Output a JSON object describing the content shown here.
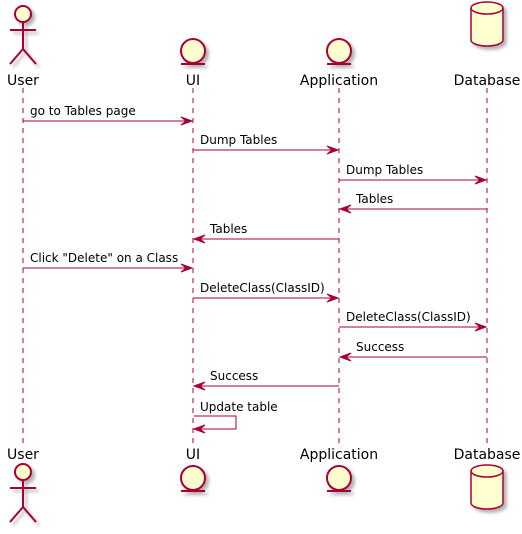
{
  "diagram": {
    "type": "sequence",
    "participants": [
      {
        "id": "user",
        "label": "User",
        "kind": "actor"
      },
      {
        "id": "ui",
        "label": "UI",
        "kind": "entity"
      },
      {
        "id": "app",
        "label": "Application",
        "kind": "entity"
      },
      {
        "id": "db",
        "label": "Database",
        "kind": "database"
      }
    ],
    "messages": [
      {
        "from": "user",
        "to": "ui",
        "label": "go to Tables page"
      },
      {
        "from": "ui",
        "to": "app",
        "label": "Dump Tables"
      },
      {
        "from": "app",
        "to": "db",
        "label": "Dump Tables"
      },
      {
        "from": "db",
        "to": "app",
        "label": "Tables"
      },
      {
        "from": "app",
        "to": "ui",
        "label": "Tables"
      },
      {
        "from": "user",
        "to": "ui",
        "label": "Click \"Delete\" on a Class"
      },
      {
        "from": "ui",
        "to": "app",
        "label": "DeleteClass(ClassID)"
      },
      {
        "from": "app",
        "to": "db",
        "label": "DeleteClass(ClassID)"
      },
      {
        "from": "db",
        "to": "app",
        "label": "Success"
      },
      {
        "from": "app",
        "to": "ui",
        "label": "Success"
      },
      {
        "from": "ui",
        "to": "ui",
        "label": "Update table"
      }
    ],
    "colors": {
      "line": "#a80036",
      "fill": "#fefece",
      "text": "#000000"
    }
  }
}
